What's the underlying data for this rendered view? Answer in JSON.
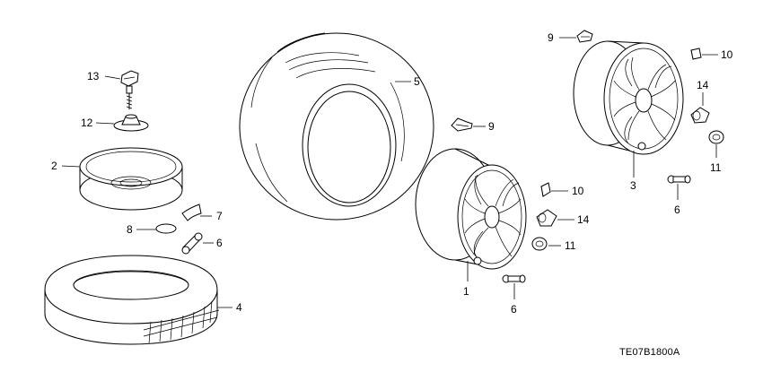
{
  "callouts": {
    "c1": "1",
    "c2": "2",
    "c3": "3",
    "c4": "4",
    "c5": "5",
    "c6a": "6",
    "c6b": "6",
    "c6c": "6",
    "c7": "7",
    "c8": "8",
    "c9a": "9",
    "c9b": "9",
    "c10a": "10",
    "c10b": "10",
    "c11a": "11",
    "c11b": "11",
    "c12": "12",
    "c13": "13",
    "c14a": "14",
    "c14b": "14"
  },
  "diagram_code": "TE07B1800A"
}
